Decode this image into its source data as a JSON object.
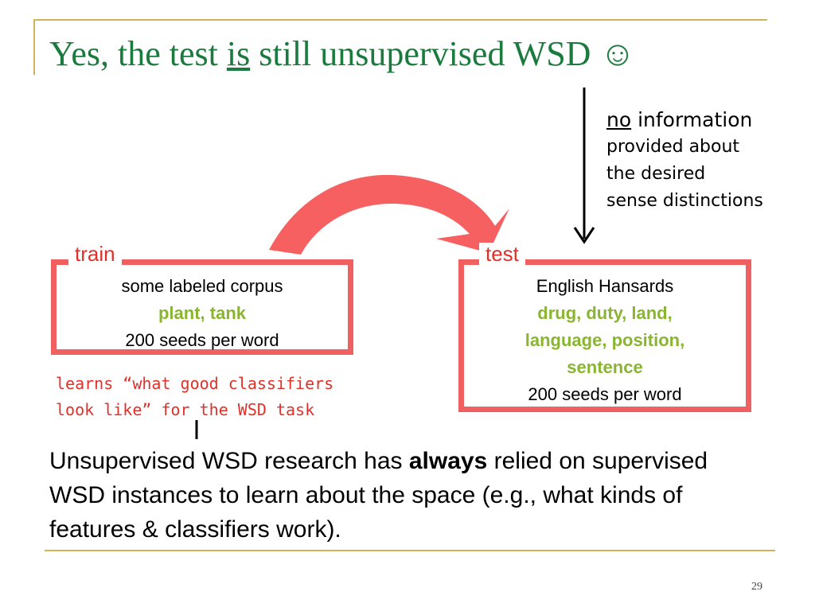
{
  "title": {
    "pre": "Yes, the test ",
    "underlined": "is",
    "post": " still unsupervised WSD ",
    "emoticon": "☺"
  },
  "note": {
    "line1_underlined": "no",
    "line1_rest": " information",
    "line2": "provided about",
    "line3": "the desired",
    "line4": "sense distinctions"
  },
  "train": {
    "label": "train",
    "line1": "some labeled corpus",
    "line2": "plant, tank",
    "line3": "200 seeds per word"
  },
  "test": {
    "label": "test",
    "line1": "English Hansards",
    "line2": "drug, duty, land,",
    "line3": "language, position,",
    "line4": "sentence",
    "line5": "200 seeds per word"
  },
  "learns": {
    "line1": "learns “what good classifiers",
    "line2": "look like” for the WSD task"
  },
  "summary": {
    "pre": "Unsupervised WSD research has ",
    "bold": "always",
    "post": " relied on supervised WSD instances to learn about the space (e.g., what kinds of features & classifiers work)."
  },
  "page_number": "29",
  "colors": {
    "title": "#1b7a3e",
    "accent_red": "#f06060",
    "label_red": "#e0302a",
    "green": "#8ab531",
    "frame_gold": "#d4b25a"
  }
}
